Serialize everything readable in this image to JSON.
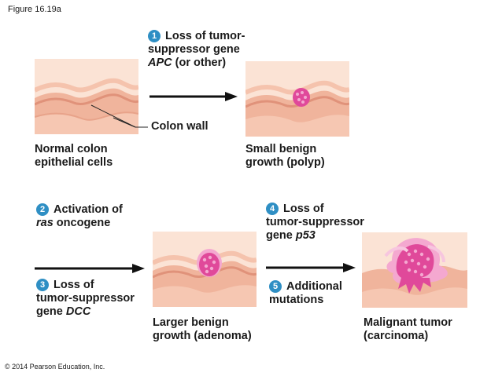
{
  "figure_label": "Figure 16.19a",
  "copyright": "© 2014 Pearson Education, Inc.",
  "steps": [
    {
      "number": "1",
      "lines": [
        "Loss of tumor-",
        "suppressor gene"
      ],
      "italic_part": "APC",
      "rest": " (or other)"
    },
    {
      "number": "2",
      "line1": "Activation of",
      "italic_part": "ras",
      "rest": " oncogene"
    },
    {
      "number": "3",
      "line1": "Loss of",
      "line2": "tumor-suppressor",
      "prefix": "gene ",
      "italic_part": "DCC"
    },
    {
      "number": "4",
      "line1": "Loss of",
      "line2": "tumor-suppressor",
      "prefix": "gene ",
      "italic_part": "p53"
    },
    {
      "number": "5",
      "line1": "Additional",
      "line2": "mutations"
    }
  ],
  "callout": "Colon wall",
  "stages": [
    {
      "line1": "Normal colon",
      "line2": "epithelial cells"
    },
    {
      "line1": "Small benign",
      "line2": "growth (polyp)"
    },
    {
      "line1": "Larger benign",
      "line2": "growth (adenoma)"
    },
    {
      "line1": "Malignant tumor",
      "line2": "(carcinoma)"
    }
  ],
  "colors": {
    "tissue_light": "#f8d6c4",
    "tissue_mid": "#f0b49c",
    "tissue_dark": "#e0927a",
    "polyp": "#e0499a",
    "polyp_light": "#f4a8d0",
    "step_badge": "#2f8fc4"
  }
}
